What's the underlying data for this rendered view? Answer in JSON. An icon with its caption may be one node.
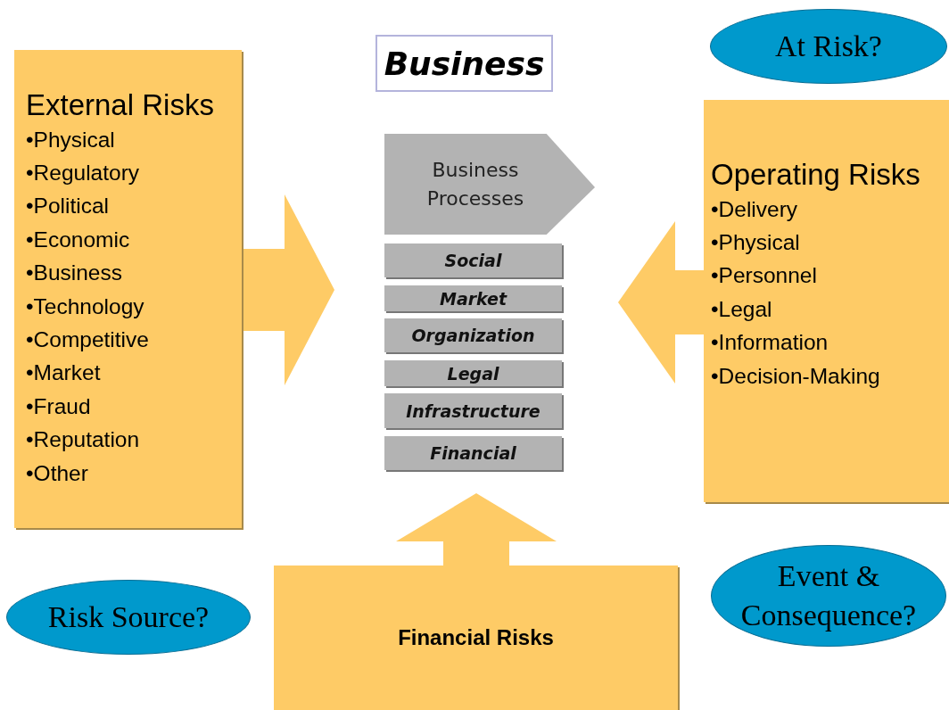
{
  "diagram": {
    "title": "Business",
    "nodes": [
      {
        "text": [
          "Business Processes"
        ]
      },
      {
        "text": [
          "Social"
        ]
      },
      {
        "text": [
          "Market"
        ]
      },
      {
        "text": [
          "Organization"
        ]
      },
      {
        "text": [
          "Legal"
        ]
      },
      {
        "text": [
          "Infrastructure"
        ]
      },
      {
        "text": [
          "Financial"
        ]
      },
      {
        "text": [
          "External Risks",
          "•Physical",
          "•Regulatory",
          "•Political",
          "•Economic",
          "•Business",
          "•Technology",
          "•Competitive",
          "•Market",
          "•Fraud",
          "•Reputation",
          "•Other"
        ]
      },
      {
        "text": [
          "Operating Risks",
          "•Delivery",
          "•Physical",
          "•Personnel",
          "•Legal",
          "•Information",
          "•Decision-Making"
        ]
      },
      {
        "text": [
          "Financial Risks"
        ]
      },
      {
        "text": [
          "At Risk?"
        ]
      },
      {
        "text": [
          "Risk Source?"
        ]
      },
      {
        "text": [
          "Event & Consequence?"
        ]
      }
    ],
    "edges": [
      {
        "from": 7,
        "to": null,
        "arrow": "to",
        "style": "thick"
      },
      {
        "from": 8,
        "to": null,
        "arrow": "to",
        "style": "thick"
      },
      {
        "from": 9,
        "to": null,
        "arrow": "to",
        "style": "thick"
      }
    ]
  }
}
